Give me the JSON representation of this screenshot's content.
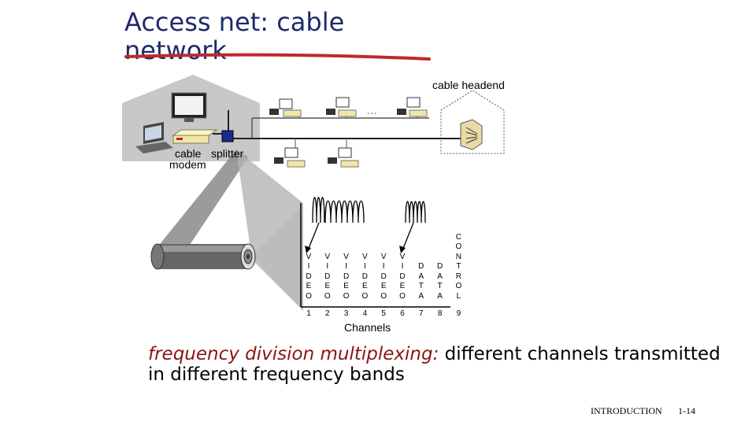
{
  "slide": {
    "title_line1": "Access net: cable",
    "title_line2": "network",
    "label_headend": "cable headend",
    "label_cable_modem_line1": "cable",
    "label_cable_modem_line2": "modem",
    "label_splitter": "splitter",
    "label_dots": "…",
    "label_channels": "Channels",
    "fdm_emphasis": "frequency division multiplexing:",
    "fdm_rest": " different channels transmitted",
    "fdm_line2": "in different frequency bands",
    "footer_section": "INTRODUCTION",
    "footer_page": "1-14"
  },
  "channels": [
    {
      "number": "1",
      "letters": [
        "V",
        "I",
        "D",
        "E",
        "O"
      ]
    },
    {
      "number": "2",
      "letters": [
        "V",
        "I",
        "D",
        "E",
        "O"
      ]
    },
    {
      "number": "3",
      "letters": [
        "V",
        "I",
        "D",
        "E",
        "O"
      ]
    },
    {
      "number": "4",
      "letters": [
        "V",
        "I",
        "D",
        "E",
        "O"
      ]
    },
    {
      "number": "5",
      "letters": [
        "V",
        "I",
        "D",
        "E",
        "O"
      ]
    },
    {
      "number": "6",
      "letters": [
        "V",
        "I",
        "D",
        "E",
        "O"
      ]
    },
    {
      "number": "7",
      "letters": [
        "D",
        "A",
        "T",
        "A"
      ]
    },
    {
      "number": "8",
      "letters": [
        "D",
        "A",
        "T",
        "A"
      ]
    },
    {
      "number": "9",
      "letters": [
        "C",
        "O",
        "N",
        "T",
        "R",
        "O",
        "L"
      ]
    }
  ],
  "colors": {
    "title": "#1f2a6b",
    "strike": "#c0282d",
    "house": "#c8c8c8",
    "emphasis": "#8b1414"
  }
}
